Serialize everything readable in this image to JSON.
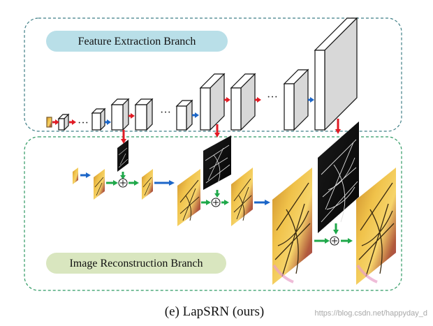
{
  "feature_branch_label": "Feature Extraction Branch",
  "reconstruction_branch_label": "Image Reconstruction Branch",
  "caption": "(e) LapSRN (ours)",
  "watermark": "https://blog.csdn.net/happyday_d",
  "ellipsis": "···",
  "colors": {
    "dashed_border": "#3f7f86",
    "feature_pill": "#b9dfe8",
    "reconstruction_pill": "#d9e6bf",
    "arrow_red": "#e01b24",
    "arrow_blue": "#1c66c8",
    "arrow_green": "#1fa84a"
  }
}
